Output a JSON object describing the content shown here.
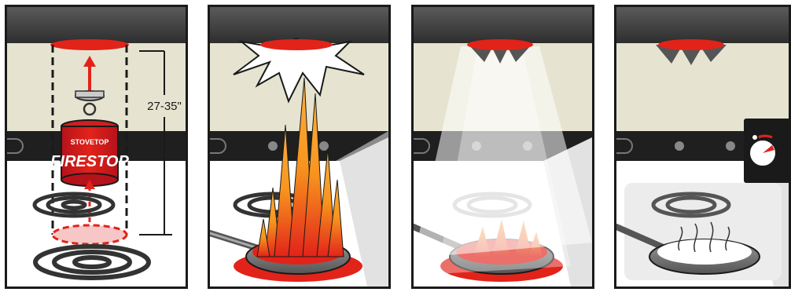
{
  "panels": [
    {
      "id": "install",
      "dimension_label": "27-35\"",
      "brand_small": "STOVETOP",
      "brand_large": "FIRESTOP"
    },
    {
      "id": "fire"
    },
    {
      "id": "extinguish"
    },
    {
      "id": "out"
    }
  ],
  "colors": {
    "red": "#e2231a",
    "dark_red": "#b5121b",
    "hood_dark": "#3a3a3a",
    "wall": "#e6e4d1",
    "flame_orange": "#f7941d",
    "flame_yellow": "#fbb040",
    "burner": "#4a4a4a",
    "powder": "#ececec"
  }
}
